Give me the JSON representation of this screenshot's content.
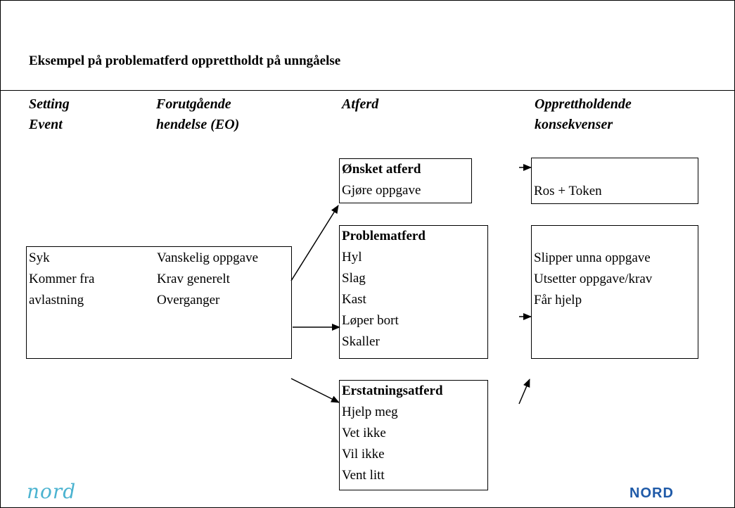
{
  "title": "Eksempel på problematferd opprettholdt på unngåelse",
  "headers": {
    "setting": [
      "Setting",
      "Event"
    ],
    "forutgaende": [
      "Forutgående",
      "hendelse (EO)"
    ],
    "atferd": [
      "Atferd"
    ],
    "opprett": [
      "Opprettholdende",
      "konsekvenser"
    ]
  },
  "antecedent_box": {
    "left": [
      "Syk",
      "Kommer fra",
      "avlastning"
    ],
    "right": [
      "Vanskelig oppgave",
      "Krav generelt",
      "Overganger"
    ]
  },
  "onsket": {
    "heading": "Ønsket atferd",
    "items": [
      " Gjøre oppgave"
    ]
  },
  "problem": {
    "heading": "Problematferd",
    "items": [
      "Hyl",
      "Slag",
      "Kast",
      "Løper bort",
      "Skaller"
    ]
  },
  "erstatning": {
    "heading": "Erstatningsatferd",
    "items": [
      "Hjelp meg",
      "Vet ikke",
      "Vil ikke",
      "Vent litt"
    ]
  },
  "ros": {
    "items": [
      "Ros + Token"
    ]
  },
  "konsekvens": {
    "items": [
      "Slipper unna oppgave",
      "Utsetter oppgave/krav",
      "Får hjelp"
    ]
  },
  "logos": {
    "left": "nord",
    "right": "NORD",
    "left_color": "#4bb3d0",
    "right_color": "#1f5aa8"
  }
}
